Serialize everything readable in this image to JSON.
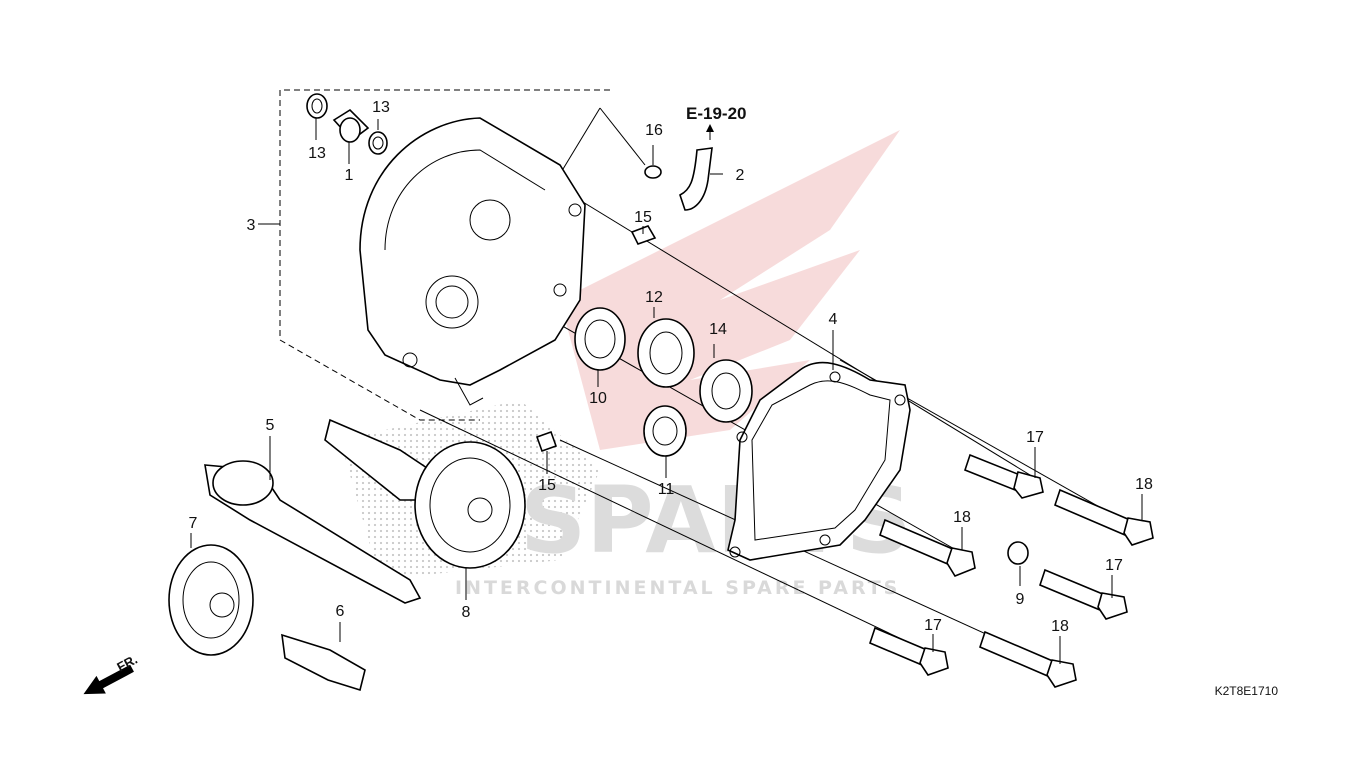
{
  "diagram": {
    "reference": "E-19-20",
    "code": "K2T8E1710",
    "direction": "FR.",
    "watermark": {
      "brand": "SPARTS",
      "tagline": "INTERCONTINENTAL SPARE PARTS"
    },
    "colors": {
      "line": "#000000",
      "watermark_logo": "#f2c4c4",
      "watermark_text": "#dcdcdc"
    },
    "callouts": [
      {
        "id": "c1",
        "label": "1"
      },
      {
        "id": "c2",
        "label": "2"
      },
      {
        "id": "c3",
        "label": "3"
      },
      {
        "id": "c4",
        "label": "4"
      },
      {
        "id": "c5",
        "label": "5"
      },
      {
        "id": "c6",
        "label": "6"
      },
      {
        "id": "c7",
        "label": "7"
      },
      {
        "id": "c8",
        "label": "8"
      },
      {
        "id": "c9",
        "label": "9"
      },
      {
        "id": "c10",
        "label": "10"
      },
      {
        "id": "c11",
        "label": "11"
      },
      {
        "id": "c12",
        "label": "12"
      },
      {
        "id": "c13a",
        "label": "13"
      },
      {
        "id": "c13b",
        "label": "13"
      },
      {
        "id": "c14",
        "label": "14"
      },
      {
        "id": "c15a",
        "label": "15"
      },
      {
        "id": "c15b",
        "label": "15"
      },
      {
        "id": "c16",
        "label": "16"
      },
      {
        "id": "c17a",
        "label": "17"
      },
      {
        "id": "c17b",
        "label": "17"
      },
      {
        "id": "c17c",
        "label": "17"
      },
      {
        "id": "c18a",
        "label": "18"
      },
      {
        "id": "c18b",
        "label": "18"
      },
      {
        "id": "c18c",
        "label": "18"
      }
    ]
  }
}
